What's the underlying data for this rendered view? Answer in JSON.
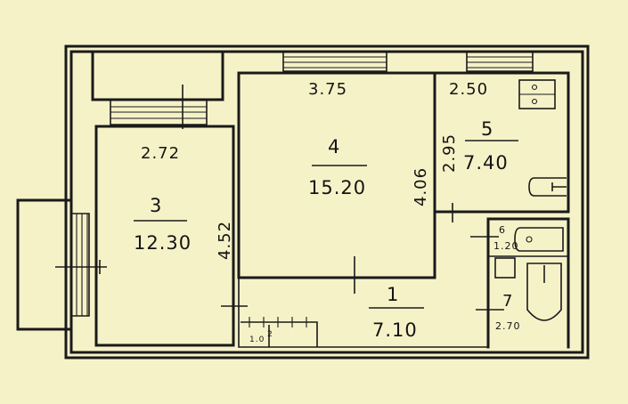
{
  "rooms": [
    {
      "number": "1",
      "area": "7.10"
    },
    {
      "number": "3",
      "area": "12.30",
      "width": "2.72",
      "length": "4.52"
    },
    {
      "number": "4",
      "area": "15.20",
      "width": "3.75",
      "length": "4.06"
    },
    {
      "number": "5",
      "area": "7.40",
      "width": "2.50",
      "length": "2.95"
    },
    {
      "number": "6",
      "area": "1.20"
    },
    {
      "number": "7",
      "area": "2.70"
    }
  ],
  "small_marks": {
    "closet_number": "2",
    "closet_area": "1.0"
  }
}
